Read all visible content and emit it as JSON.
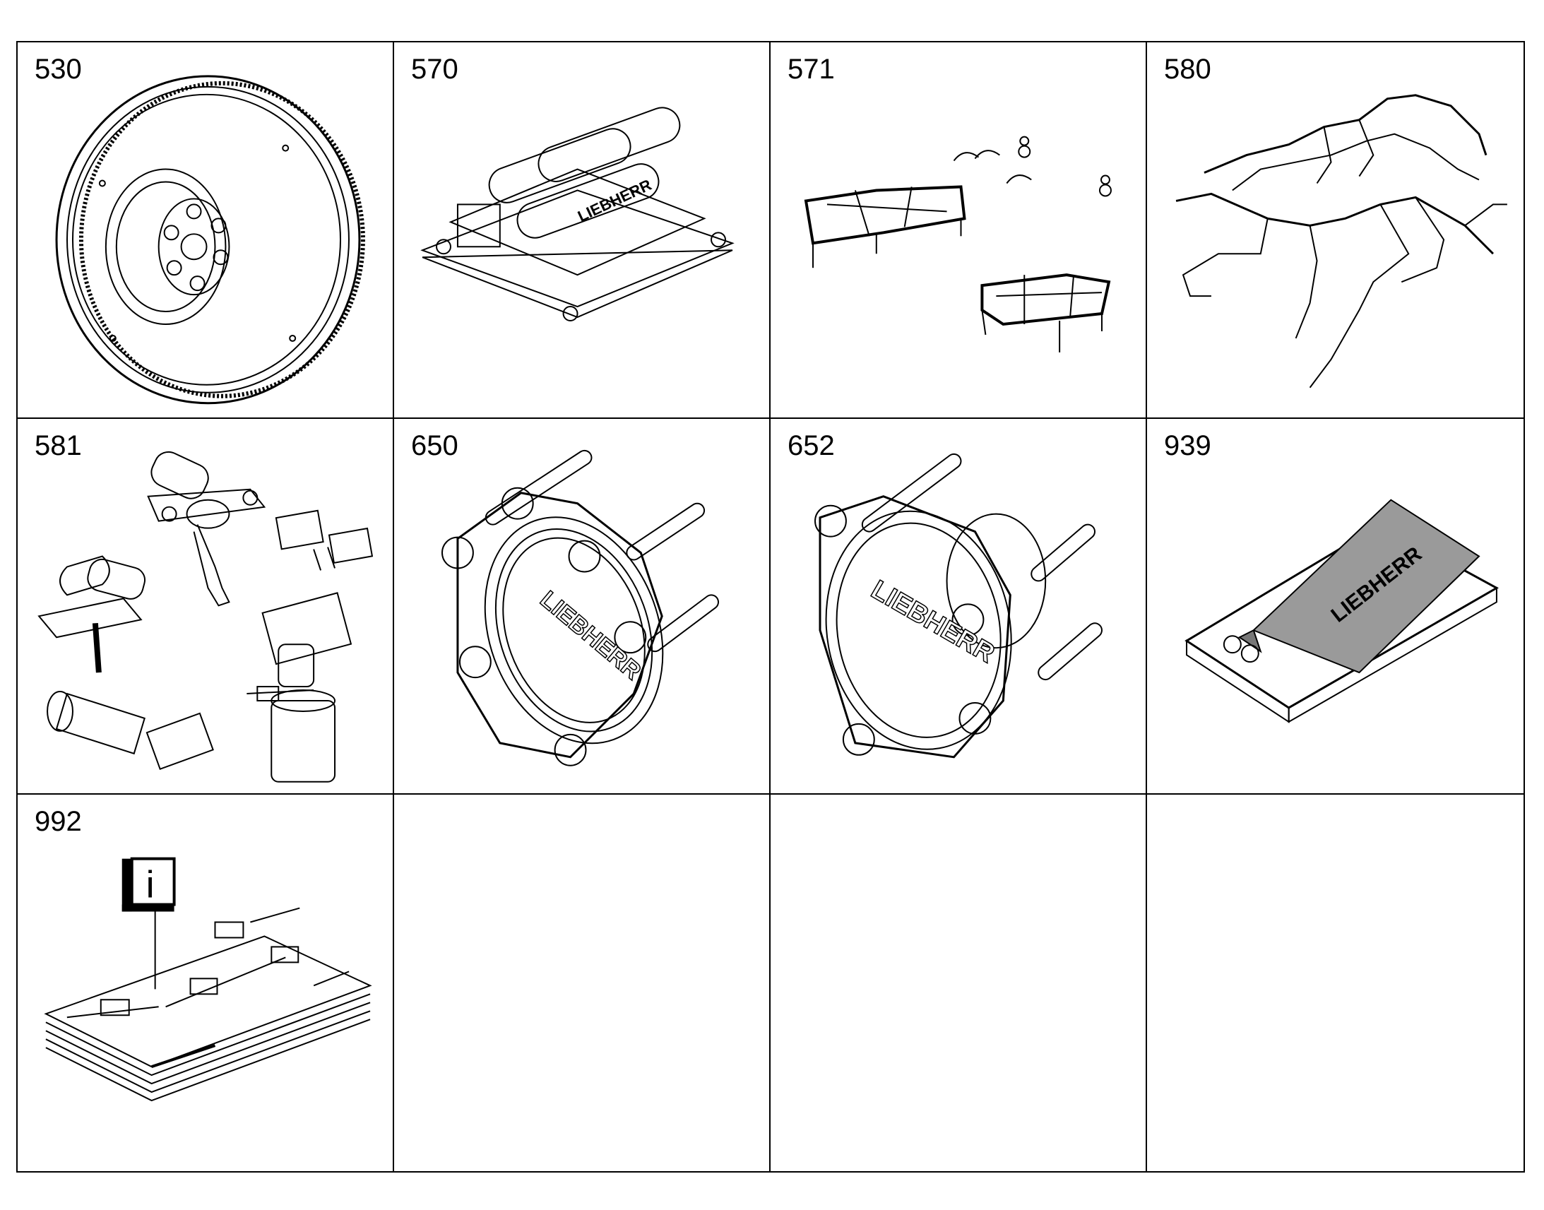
{
  "cells": [
    {
      "number": "530",
      "icon": "flywheel-icon"
    },
    {
      "number": "570",
      "icon": "valve-block-icon"
    },
    {
      "number": "571",
      "icon": "brackets-icon"
    },
    {
      "number": "580",
      "icon": "wiring-harness-icon"
    },
    {
      "number": "581",
      "icon": "sensors-icon"
    },
    {
      "number": "650",
      "icon": "flange-housing-icon"
    },
    {
      "number": "652",
      "icon": "flange-housing-icon"
    },
    {
      "number": "939",
      "icon": "sealing-kit-icon"
    },
    {
      "number": "992",
      "icon": "info-documents-icon"
    }
  ],
  "logo_text": "LIEBHERR",
  "info_glyph": "i"
}
